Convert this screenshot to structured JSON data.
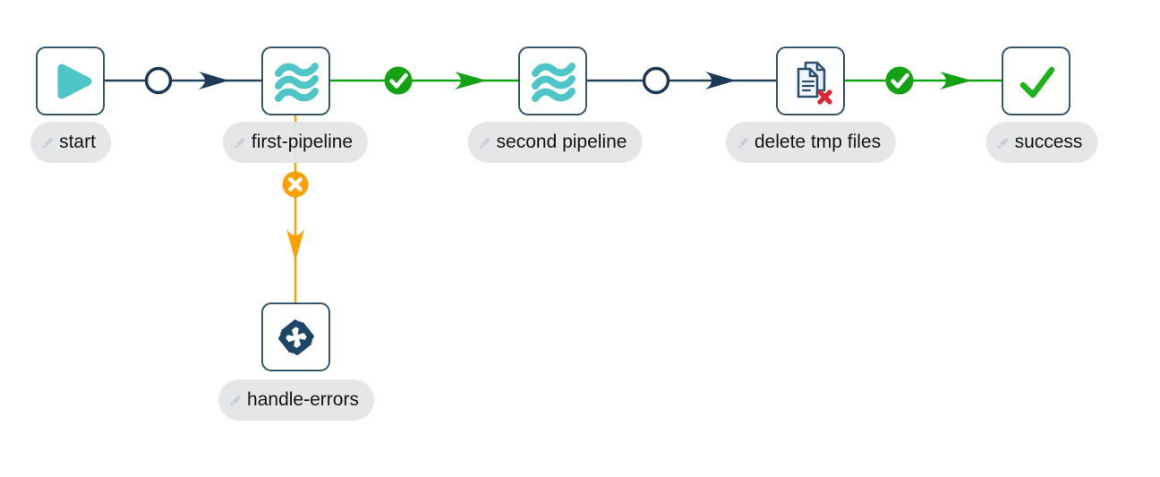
{
  "app": "workflow-canvas",
  "nodes": [
    {
      "id": "start",
      "label": "start",
      "icon": "play-icon"
    },
    {
      "id": "first-pipeline",
      "label": "first-pipeline",
      "icon": "pipeline-waves-icon"
    },
    {
      "id": "second-pipeline",
      "label": "second pipeline",
      "icon": "pipeline-waves-icon"
    },
    {
      "id": "delete-tmp-files",
      "label": "delete tmp files",
      "icon": "documents-delete-icon"
    },
    {
      "id": "success",
      "label": "success",
      "icon": "checkmark-icon"
    },
    {
      "id": "handle-errors",
      "label": "handle-errors",
      "icon": "rotate-arrows-icon"
    }
  ],
  "hops": [
    {
      "from": "start",
      "to": "first-pipeline",
      "condition": "unconditional",
      "marker": "circle-icon",
      "color": "#1C3A56"
    },
    {
      "from": "first-pipeline",
      "to": "second pipeline",
      "condition": "on-success",
      "marker": "check-circle-icon",
      "color": "#12A212"
    },
    {
      "from": "second pipeline",
      "to": "delete tmp files",
      "condition": "unconditional",
      "marker": "circle-icon",
      "color": "#1C3A56"
    },
    {
      "from": "delete tmp files",
      "to": "success",
      "condition": "on-success",
      "marker": "check-circle-icon",
      "color": "#12A212"
    },
    {
      "from": "first-pipeline",
      "to": "handle-errors",
      "condition": "on-failure",
      "marker": "x-circle-icon",
      "color": "#FCA103"
    }
  ],
  "colors": {
    "canvas_bg": "#FFFFFF",
    "node_border": "#33566D",
    "teal_icon": "#4EC5C6",
    "navy_hop": "#1C3A56",
    "green_hop": "#12A212",
    "orange_hop": "#FCA103",
    "red_delete_x": "#E02633",
    "label_pill_bg": "#E4E5E7",
    "label_text": "#141414"
  }
}
